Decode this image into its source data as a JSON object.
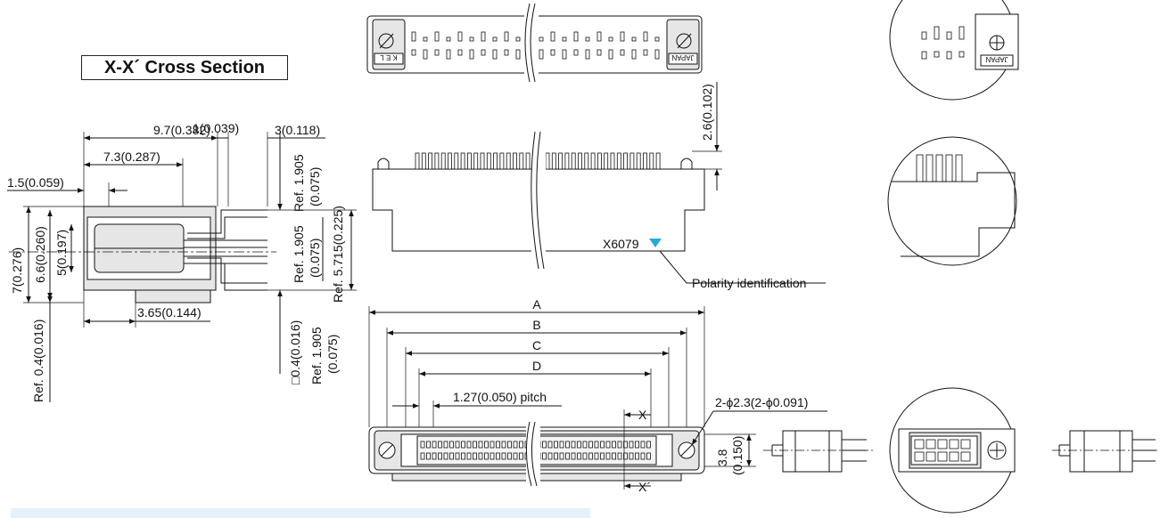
{
  "section_title": "X-X´ Cross Section",
  "cross_section": {
    "dims": {
      "d_9_7": "9.7(0.382)",
      "d_1": "1(0.039)",
      "d_3": "3(0.118)",
      "d_7_3": "7.3(0.287)",
      "d_1_5": "1.5(0.059)",
      "d_7": "7(0.276)",
      "d_6_6": "6.6(0.260)",
      "d_5": "5(0.197)",
      "d_3_65": "3.65(0.144)",
      "d_ref04": "Ref. 0.4(0.016)",
      "d_sq04": "□0.4(0.016)",
      "d_ref1905_a1": "Ref. 1.905",
      "d_ref1905_a2": "(0.075)",
      "d_ref1905_b1": "Ref. 1.905",
      "d_ref1905_b2": "(0.075)",
      "d_ref1905_c1": "Ref. 1.905",
      "d_ref1905_c2": "(0.075)",
      "d_ref5715": "Ref. 5.715(0.225)"
    }
  },
  "top_view": {
    "left_mark": "K E L",
    "right_mark": "JAPAN"
  },
  "side_view": {
    "d_2_6": "2.6(0.102)",
    "part_no": "X6079",
    "polarity_label": "Polarity identification",
    "marker_color": "#29a8e0"
  },
  "front_view": {
    "A": "A",
    "B": "B",
    "C": "C",
    "D": "D",
    "pitch": "1.27(0.050) pitch",
    "hole": "2-ϕ2.3(2-ϕ0.091)",
    "x_top": "X",
    "x_bottom": "X´",
    "d_3_8a": "3.8",
    "d_3_8b": "(0.150)"
  },
  "detail": {
    "right_mark": "JAPAN"
  }
}
